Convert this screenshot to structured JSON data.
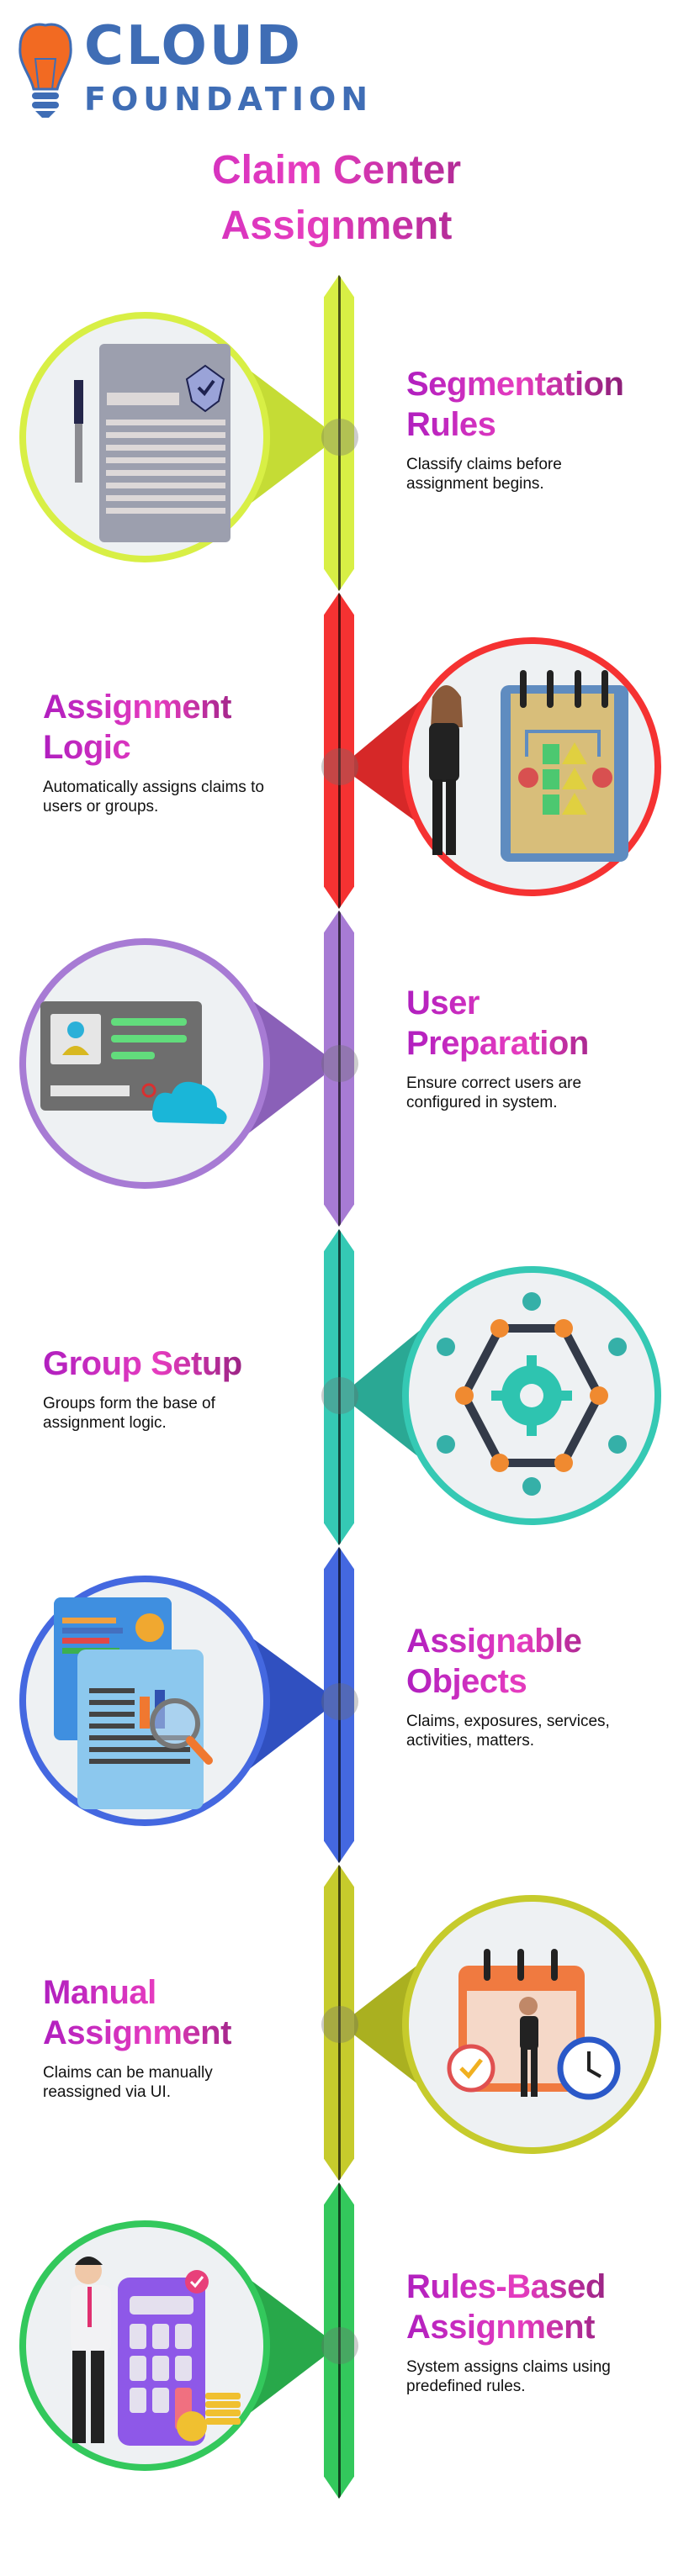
{
  "brand": {
    "line1": "CLOUD",
    "line2": "FOUNDATION"
  },
  "title": {
    "line1": "Claim Center",
    "line2": "Assignment"
  },
  "colors": {
    "s1": "#d8ef45",
    "s2": "#f53232",
    "s3": "#a77bd4",
    "s4": "#35c9b4",
    "s5": "#4468e0",
    "s6": "#c6cb2c",
    "s7": "#33c85c",
    "logo": "#3f6db5",
    "bulb": "#f26a22"
  },
  "steps": [
    {
      "title": "Segmentation Rules",
      "desc": "Classify claims before assignment begins.",
      "icon": "document-shield-icon"
    },
    {
      "title": "Assignment Logic",
      "desc": "Automatically assigns claims to users or groups.",
      "icon": "notepad-flowchart-icon"
    },
    {
      "title": "User Preparation",
      "desc": "Ensure correct users are configured in system.",
      "icon": "user-profile-cloud-icon"
    },
    {
      "title": "Group Setup",
      "desc": "Groups form the base of assignment logic.",
      "icon": "gear-network-icon"
    },
    {
      "title": "Assignable Objects",
      "desc": "Claims, exposures, services, activities, matters.",
      "icon": "report-magnifier-icon"
    },
    {
      "title": "Manual Assignment",
      "desc": "Claims can be manually reassigned via UI.",
      "icon": "calendar-clock-icon"
    },
    {
      "title": "Rules-Based Assignment",
      "desc": "System assigns claims using predefined rules.",
      "icon": "calculator-person-icon"
    }
  ]
}
